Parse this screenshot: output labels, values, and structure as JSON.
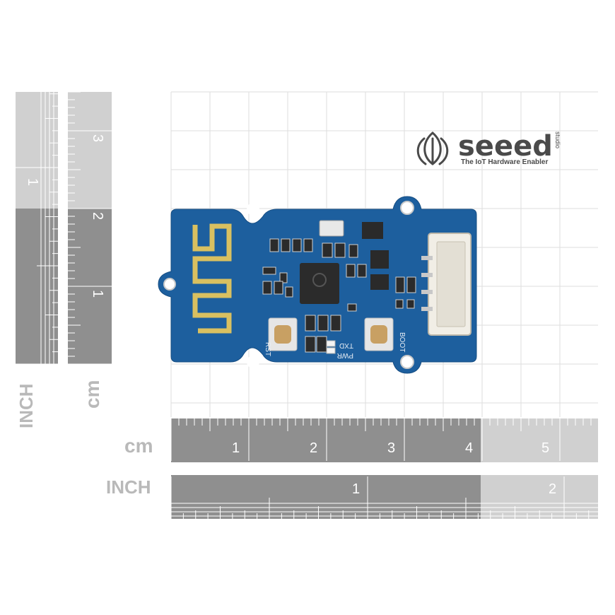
{
  "brand": {
    "name": "seeed",
    "tagline": "The IoT Hardware Enabler",
    "studio": "studio"
  },
  "rulers": {
    "cm_label": "cm",
    "inch_label": "INCH",
    "h_cm_numbers": [
      "1",
      "2",
      "3",
      "4",
      "5"
    ],
    "h_inch_numbers": [
      "1",
      "2"
    ],
    "v_cm_numbers": [
      "1",
      "2",
      "3"
    ],
    "v_inch_numbers": [
      "1"
    ]
  },
  "board": {
    "silkscreen": {
      "rst": "RST",
      "boot": "BOOT",
      "txd": "TXD",
      "pwr": "PWR"
    }
  },
  "colors": {
    "pcb": "#1d5f9e",
    "ruler_dark": "#8f8f8f",
    "ruler_light": "#d0d0d0",
    "grid": "#dddddd",
    "brand": "#4a4a4a"
  }
}
